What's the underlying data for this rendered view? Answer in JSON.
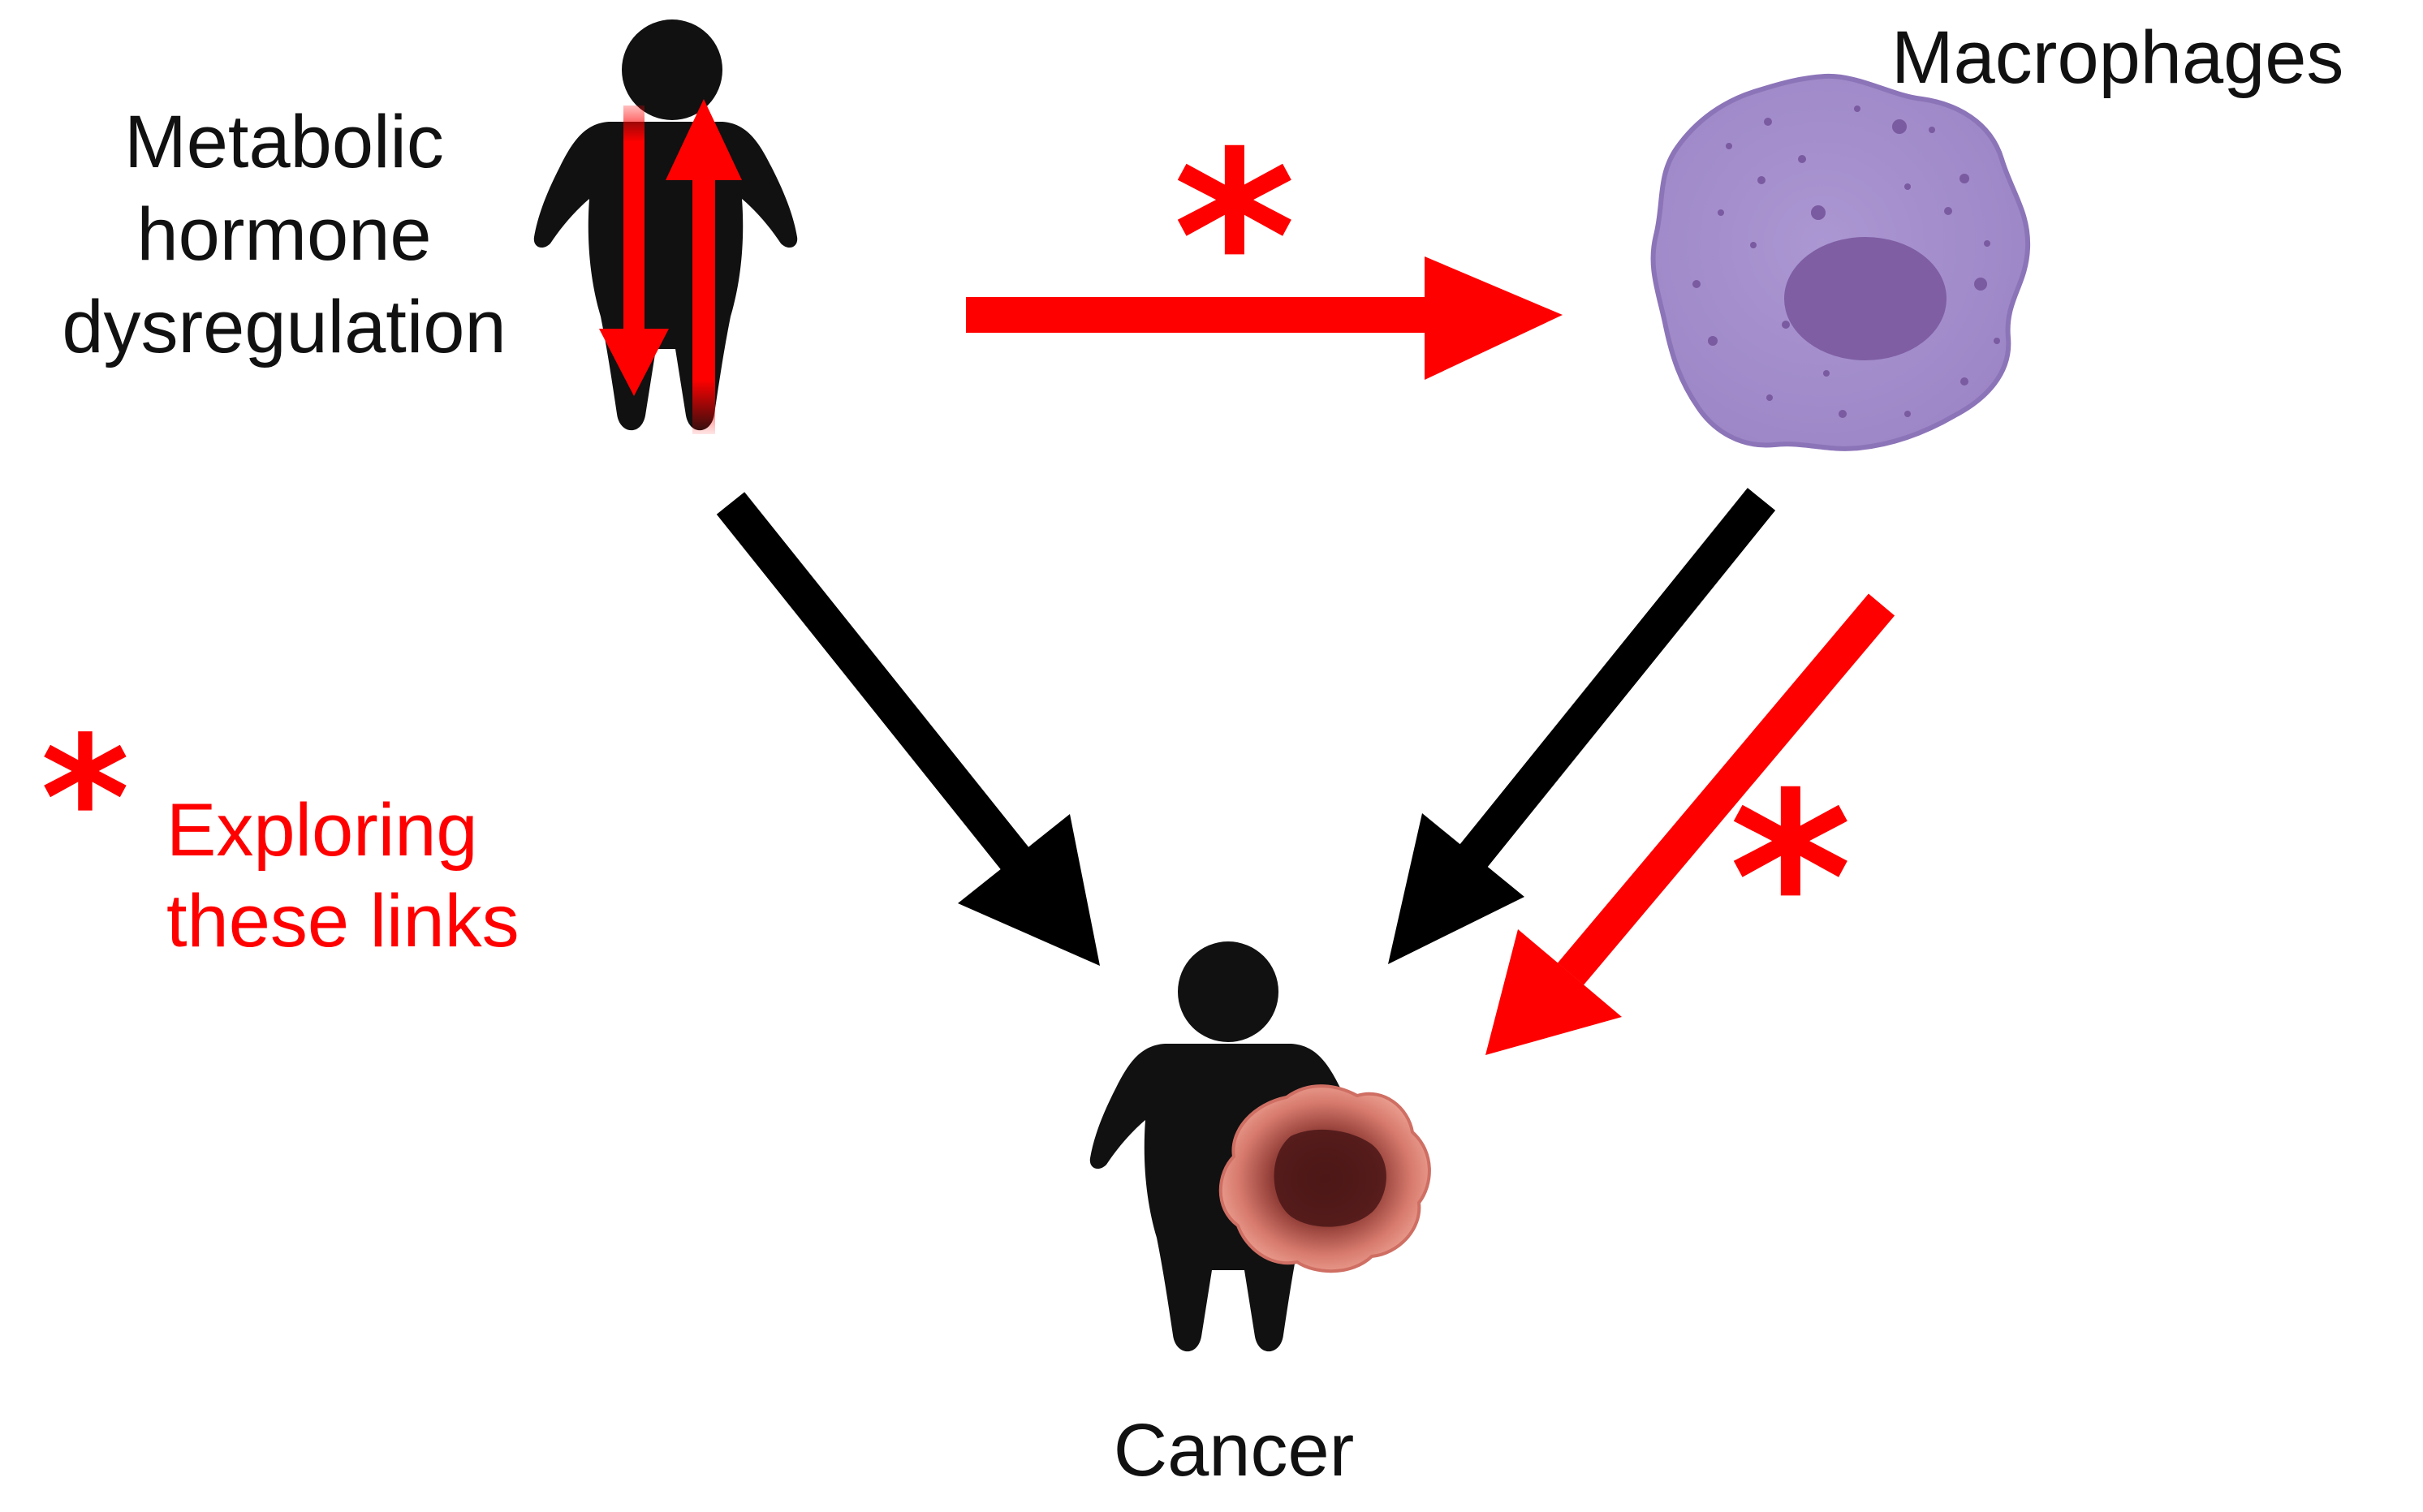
{
  "nodes": {
    "hormone": {
      "lines": [
        "Metabolic",
        "hormone",
        "dysregulation"
      ]
    },
    "macrophages": {
      "label": "Macrophages"
    },
    "cancer": {
      "label": "Cancer"
    }
  },
  "legend": {
    "marker": "*",
    "lines": [
      "Exploring",
      "these links"
    ]
  },
  "colors": {
    "highlight": "#ff0000",
    "arrow_default": "#000000",
    "silhouette": "#111111",
    "macrophage_body": "#a08cca",
    "macrophage_nucleus": "#7d5ca3",
    "tumor": "#e0877b"
  },
  "edges": [
    {
      "from": "Metabolic hormone dysregulation",
      "to": "Macrophages",
      "color": "red",
      "starred": true
    },
    {
      "from": "Metabolic hormone dysregulation",
      "to": "Cancer",
      "color": "black",
      "starred": false
    },
    {
      "from": "Macrophages",
      "to": "Cancer",
      "color": "black",
      "starred": false
    },
    {
      "from": "Macrophages",
      "to": "Cancer",
      "color": "red",
      "starred": true
    }
  ]
}
